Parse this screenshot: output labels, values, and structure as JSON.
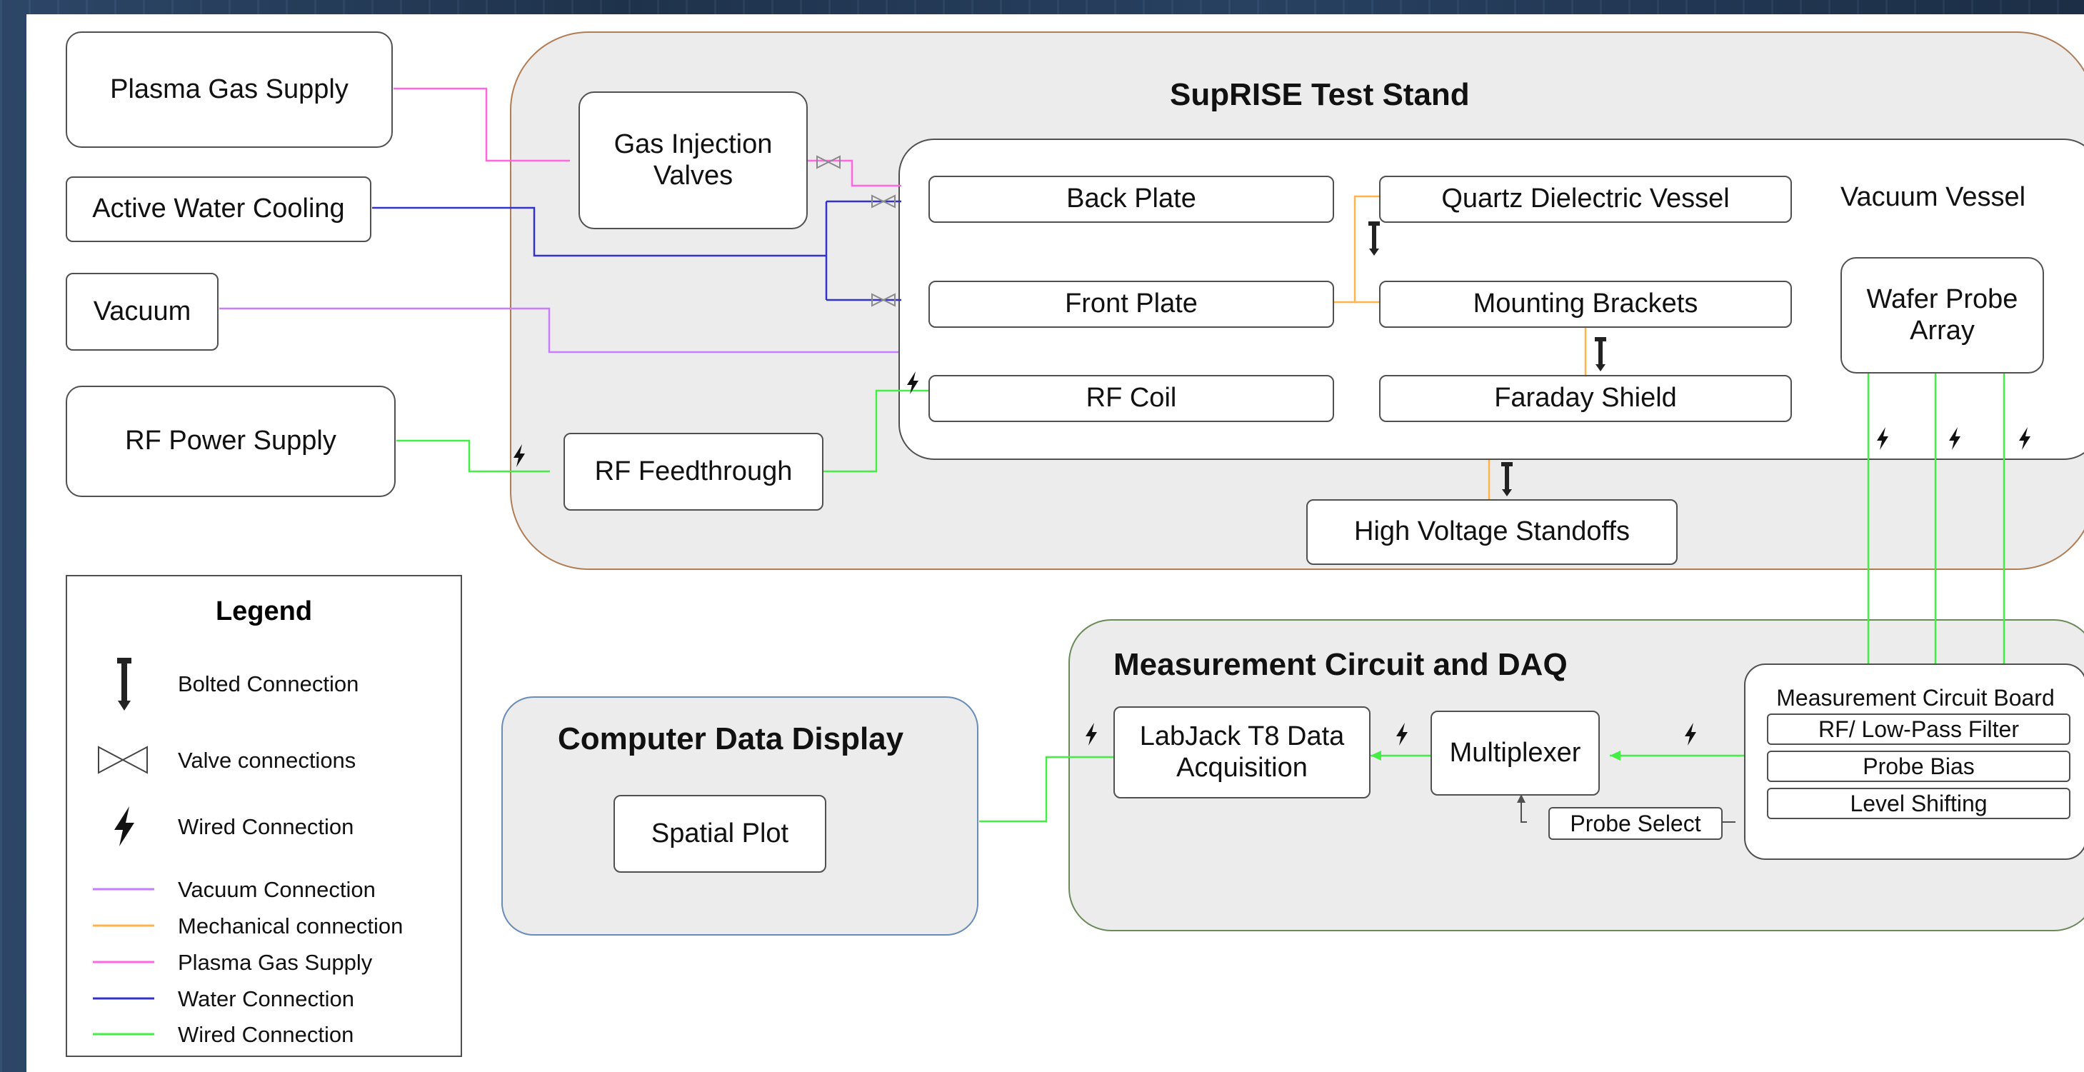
{
  "groups": {
    "test_stand": "SupRISE Test Stand",
    "measurement": "Measurement Circuit and DAQ",
    "computer": "Computer Data Display"
  },
  "nodes": {
    "plasma_gas_supply": "Plasma Gas Supply",
    "active_water_cooling": "Active Water Cooling",
    "vacuum": "Vacuum",
    "rf_power_supply": "RF Power Supply",
    "gas_injection_valves": "Gas Injection\nValves",
    "rf_feedthrough": "RF Feedthrough",
    "vacuum_vessel": "Vacuum Vessel",
    "back_plate": "Back Plate",
    "front_plate": "Front Plate",
    "rf_coil": "RF Coil",
    "quartz_dielectric_vessel": "Quartz Dielectric Vessel",
    "mounting_brackets": "Mounting Brackets",
    "faraday_shield": "Faraday Shield",
    "wafer_probe_array": "Wafer Probe\nArray",
    "high_voltage_standoffs": "High Voltage Standoffs",
    "labjack": "LabJack T8 Data\nAcquisition",
    "multiplexer": "Multiplexer",
    "probe_select": "Probe Select",
    "measurement_circuit_board": "Measurement Circuit Board",
    "rf_low_pass_filter": "RF/ Low-Pass Filter",
    "probe_bias": "Probe Bias",
    "level_shifting": "Level Shifting",
    "spatial_plot": "Spatial Plot"
  },
  "legend": {
    "title": "Legend",
    "items": [
      {
        "label": "Bolted Connection",
        "symbol": "bolt-icon"
      },
      {
        "label": "Valve connections",
        "symbol": "valve-icon"
      },
      {
        "label": "Wired Connection",
        "symbol": "lightning-icon"
      },
      {
        "label": "Vacuum Connection",
        "color": "#c77dff"
      },
      {
        "label": "Mechanical connection",
        "color": "#ffb34d"
      },
      {
        "label": "Plasma Gas Supply",
        "color": "#ff66e0"
      },
      {
        "label": "Water Connection",
        "color": "#3333cc"
      },
      {
        "label": "Wired Connection",
        "color": "#44ee44"
      }
    ]
  },
  "colors": {
    "vacuum": "#c77dff",
    "mechanical": "#ffb34d",
    "plasma": "#ff66e0",
    "water": "#3333cc",
    "wired": "#44ee44",
    "test_stand_border": "#b07d55",
    "measurement_border": "#6a8a5a",
    "computer_border": "#6a8cb8"
  }
}
